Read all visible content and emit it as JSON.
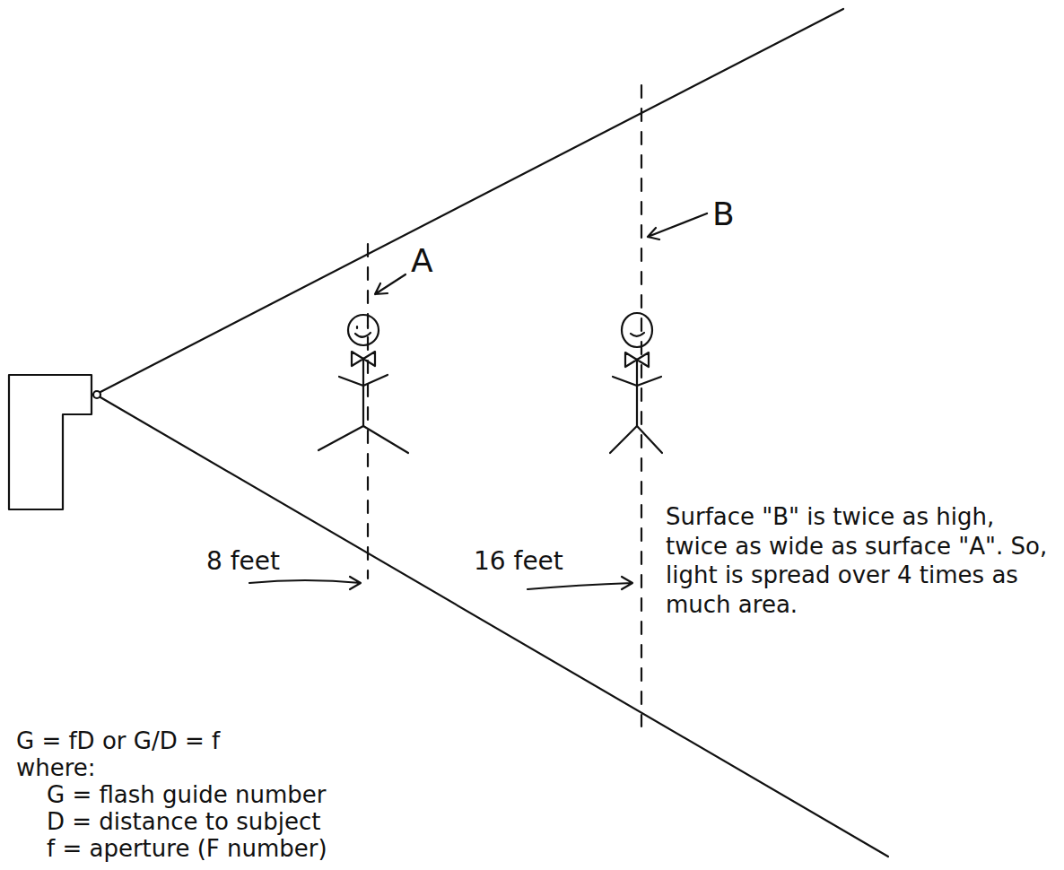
{
  "diagram": {
    "labels": [
      "A",
      "B",
      "8 feet",
      "16 feet",
      "Surface \"B\" is twice as high, twice as wide as surface \"A\". So, light is spread over 4 times as much area.",
      "G = fD  or  G/D = f",
      "where:",
      "G = flash guide number",
      "D = distance to subject",
      "f  = aperture (F number)"
    ]
  }
}
